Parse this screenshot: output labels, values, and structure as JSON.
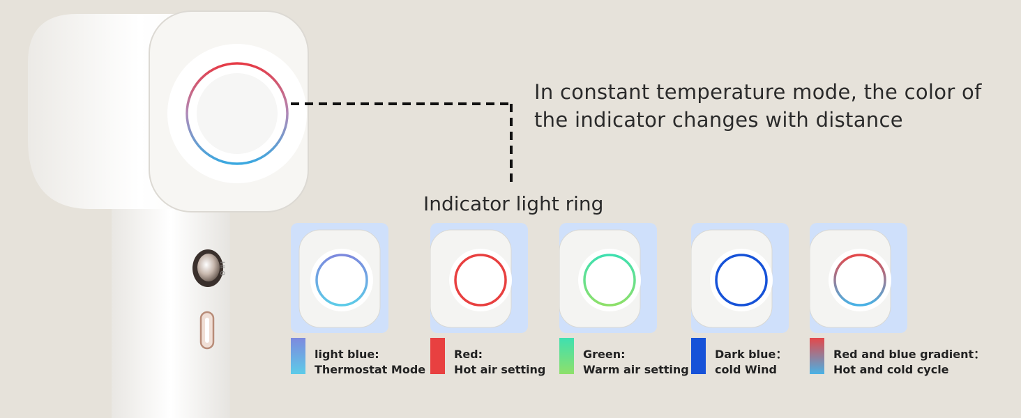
{
  "headline": "In constant temperature mode, the color of the indicator changes with distance",
  "ring_title": "Indicator light ring",
  "modes": [
    {
      "label": "light blue:",
      "desc": "Thermostat Mode",
      "top": "#7d89de",
      "bottom": "#5dcbe8"
    },
    {
      "label": "Red:",
      "desc": "Hot air setting",
      "top": "#e84040",
      "bottom": "#e84040"
    },
    {
      "label": "Green:",
      "desc": "Warm air setting",
      "top": "#3fe0b0",
      "bottom": "#8ee06a"
    },
    {
      "label": "Dark blue：",
      "desc": "cold Wind",
      "top": "#1652d8",
      "bottom": "#1652d8"
    },
    {
      "label": "Red and blue gradient：",
      "desc": "Hot and cold cycle",
      "top": "#e4484a",
      "bottom": "#49b2e6"
    }
  ],
  "colors": {
    "background": "#e6e2da",
    "thumb_bg": "#cfe0fb"
  },
  "icons": {
    "power_button": "power-button-icon",
    "slot": "charging-slot-icon"
  }
}
